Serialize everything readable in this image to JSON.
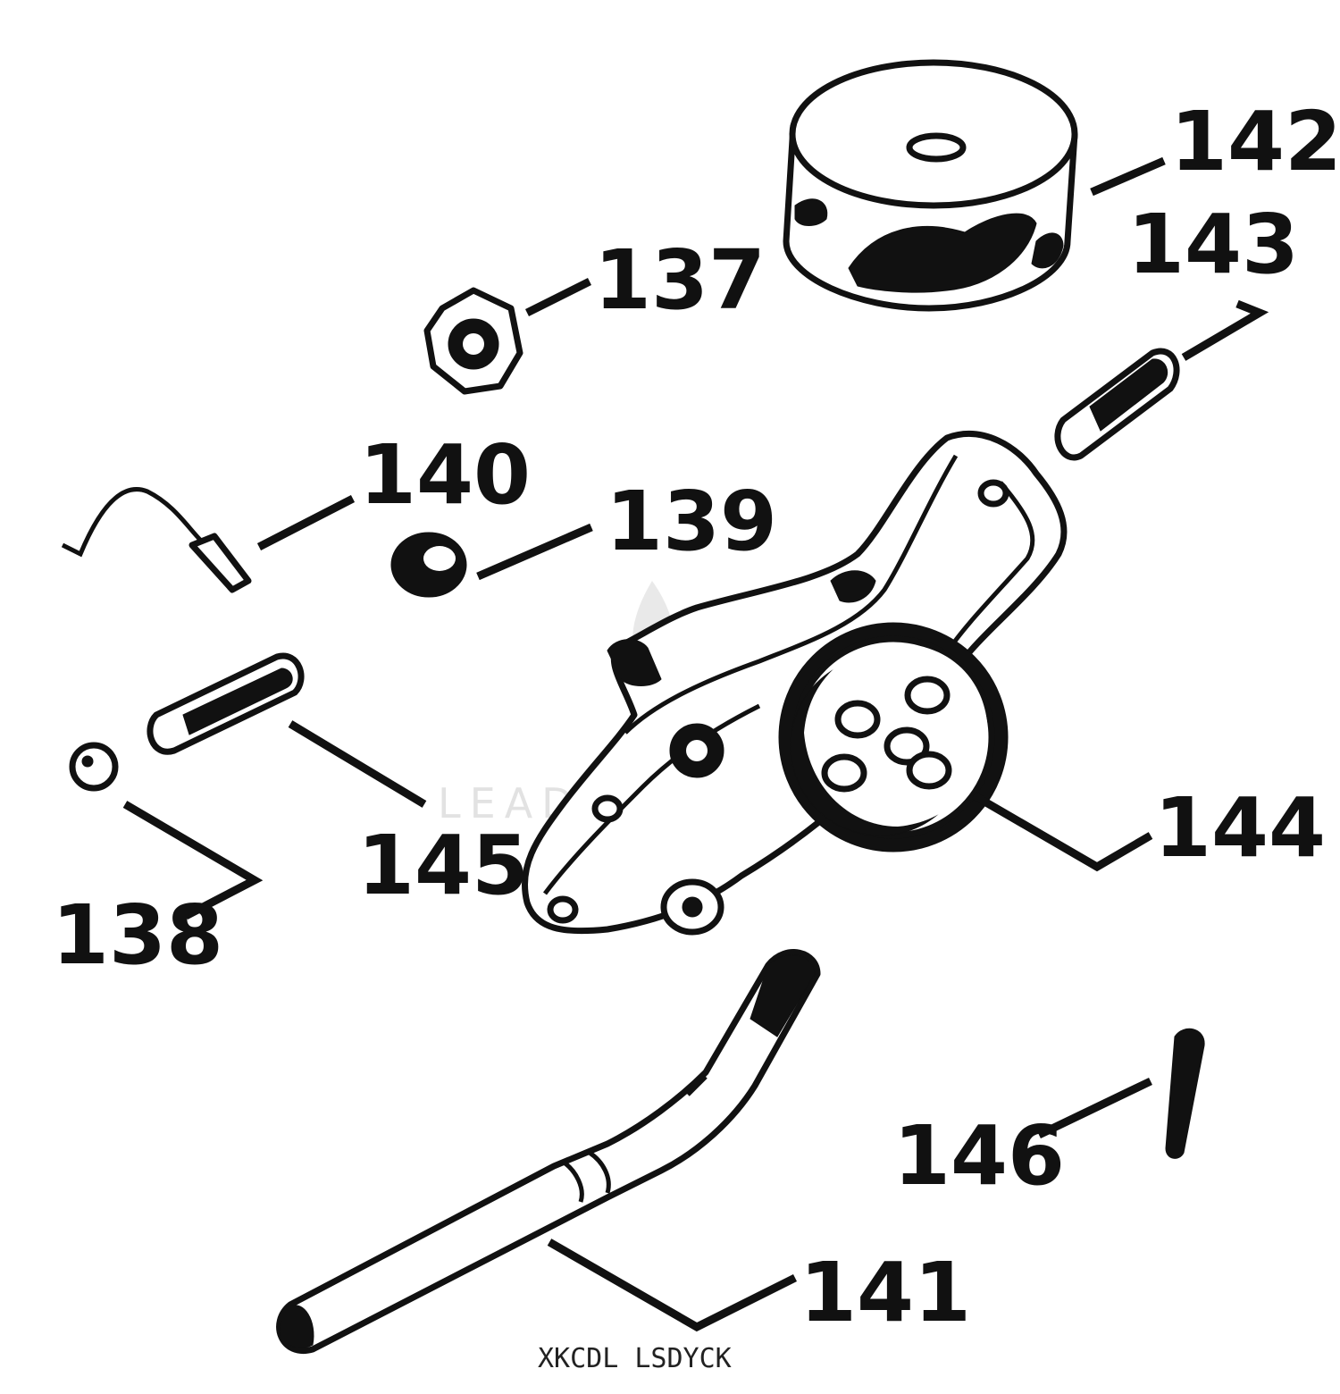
{
  "diagram": {
    "callouts": {
      "137": "137",
      "138": "138",
      "139": "139",
      "140": "140",
      "141": "141",
      "142": "142",
      "143": "143",
      "144": "144",
      "145": "145",
      "146": "146"
    },
    "footer_code": "XKCDL LSDYCK",
    "watermark": "LEADVENTURE"
  }
}
